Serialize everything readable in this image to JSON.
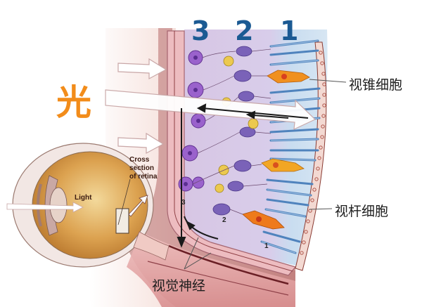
{
  "diagram": {
    "title_char": "光",
    "layer_numbers": [
      "3",
      "2",
      "1"
    ],
    "labels": {
      "cone_cells": "视锥细胞",
      "rod_cells": "视杆细胞",
      "optic_nerve": "视觉神经",
      "cross_section": [
        "Cross",
        "section",
        "of retina"
      ],
      "light": "Light"
    },
    "inner_layer_numbers": [
      "3",
      "2",
      "1"
    ],
    "colors": {
      "layer_number": "#1b5a93",
      "title_char": "#f28c1a",
      "ganglion_cell": "#8a4fc0",
      "bipolar_cell": "#6c58b0",
      "amacrine_cell": "#e8c448",
      "cone_cell": "#f0901e",
      "rod_cell": "#5a8fc8",
      "pigment_epithelium": "#b3584a",
      "retina_background": "#d9c8e6",
      "tissue_pink": "#e7a8a8",
      "eye_lens_interior": "#d9a24a"
    }
  }
}
